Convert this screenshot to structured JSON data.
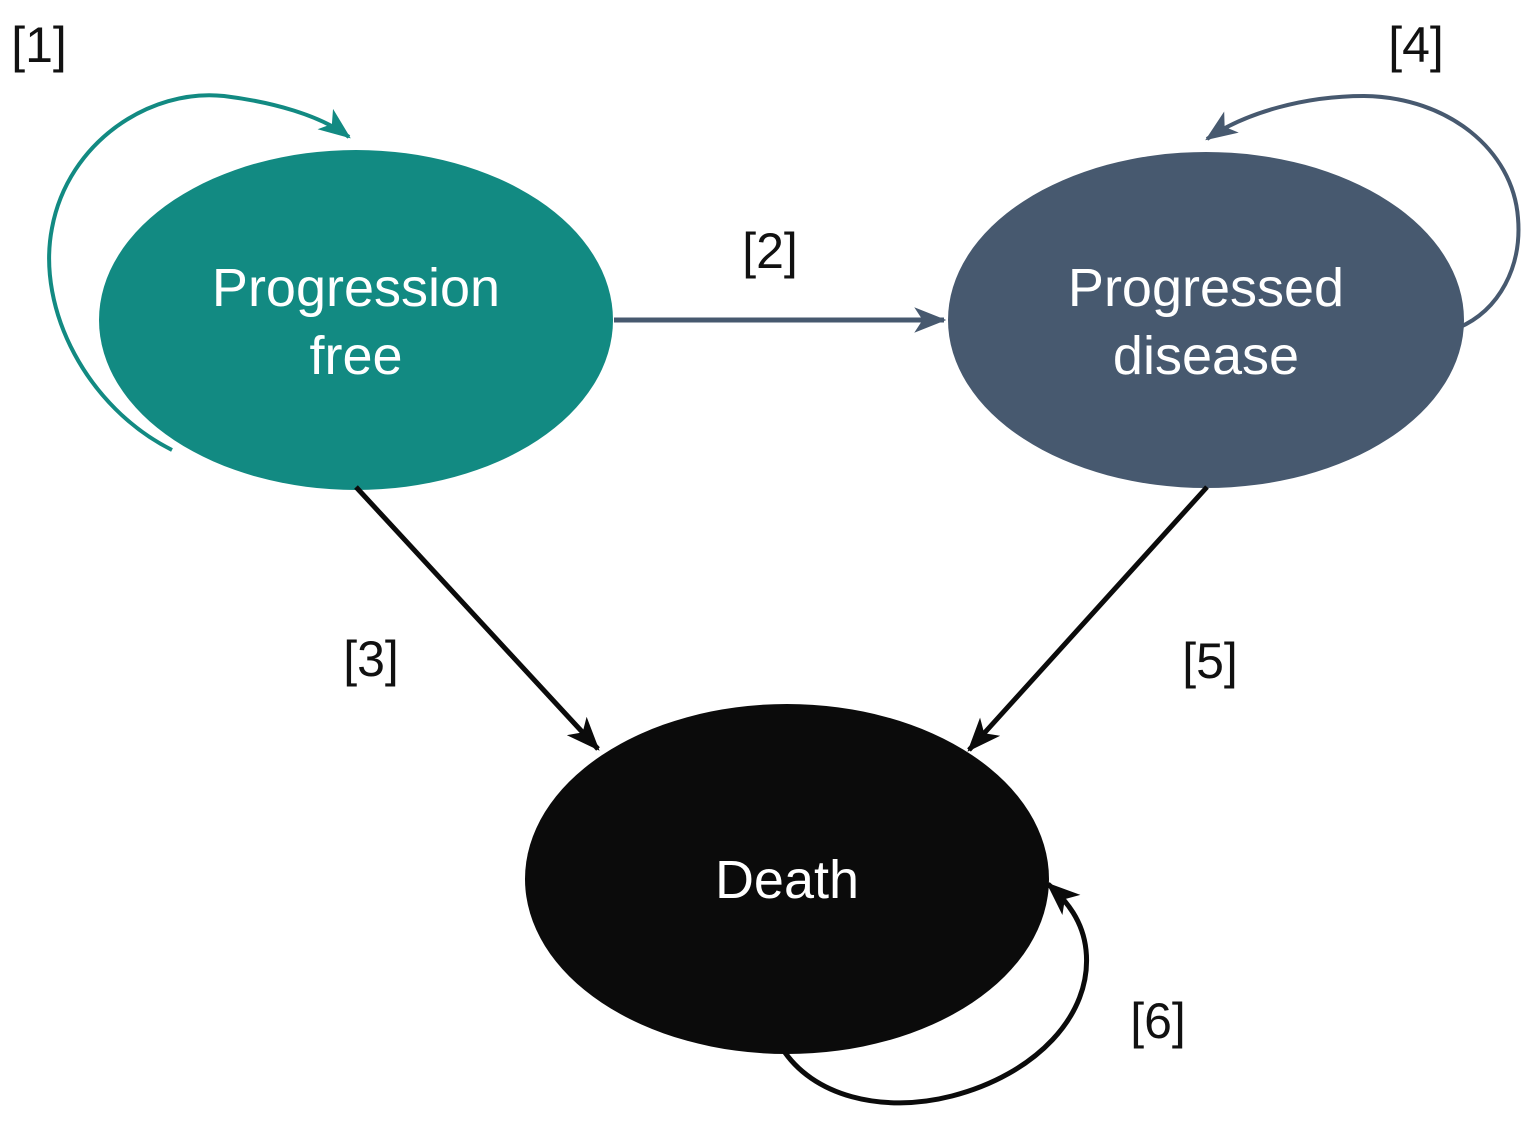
{
  "diagram": {
    "kind": "markov-state-transition-diagram",
    "background": "#ffffff",
    "label_color": "#111111",
    "colors": {
      "teal": "#128a82",
      "slate": "#47596f",
      "black": "#0b0b0b",
      "state_text": "#ffffff"
    },
    "states": [
      {
        "name": "Progression free",
        "lines": [
          "Progression",
          "free"
        ],
        "fill": "#128a82",
        "text_color": "#ffffff"
      },
      {
        "name": "Progressed disease",
        "lines": [
          "Progressed",
          "disease"
        ],
        "fill": "#47596f",
        "text_color": "#ffffff"
      },
      {
        "name": "Death",
        "lines": [
          "Death"
        ],
        "fill": "#0b0b0b",
        "text_color": "#ffffff"
      }
    ],
    "transitions": [
      {
        "label": "[1]",
        "from": "Progression free",
        "to": "Progression free",
        "kind": "self-loop",
        "color": "#128a82"
      },
      {
        "label": "[2]",
        "from": "Progression free",
        "to": "Progressed disease",
        "kind": "arrow",
        "color": "#47596f"
      },
      {
        "label": "[3]",
        "from": "Progression free",
        "to": "Death",
        "kind": "arrow",
        "color": "#0b0b0b"
      },
      {
        "label": "[4]",
        "from": "Progressed disease",
        "to": "Progressed disease",
        "kind": "self-loop",
        "color": "#47596f"
      },
      {
        "label": "[5]",
        "from": "Progressed disease",
        "to": "Death",
        "kind": "arrow",
        "color": "#0b0b0b"
      },
      {
        "label": "[6]",
        "from": "Death",
        "to": "Death",
        "kind": "self-loop",
        "color": "#0b0b0b"
      }
    ]
  }
}
